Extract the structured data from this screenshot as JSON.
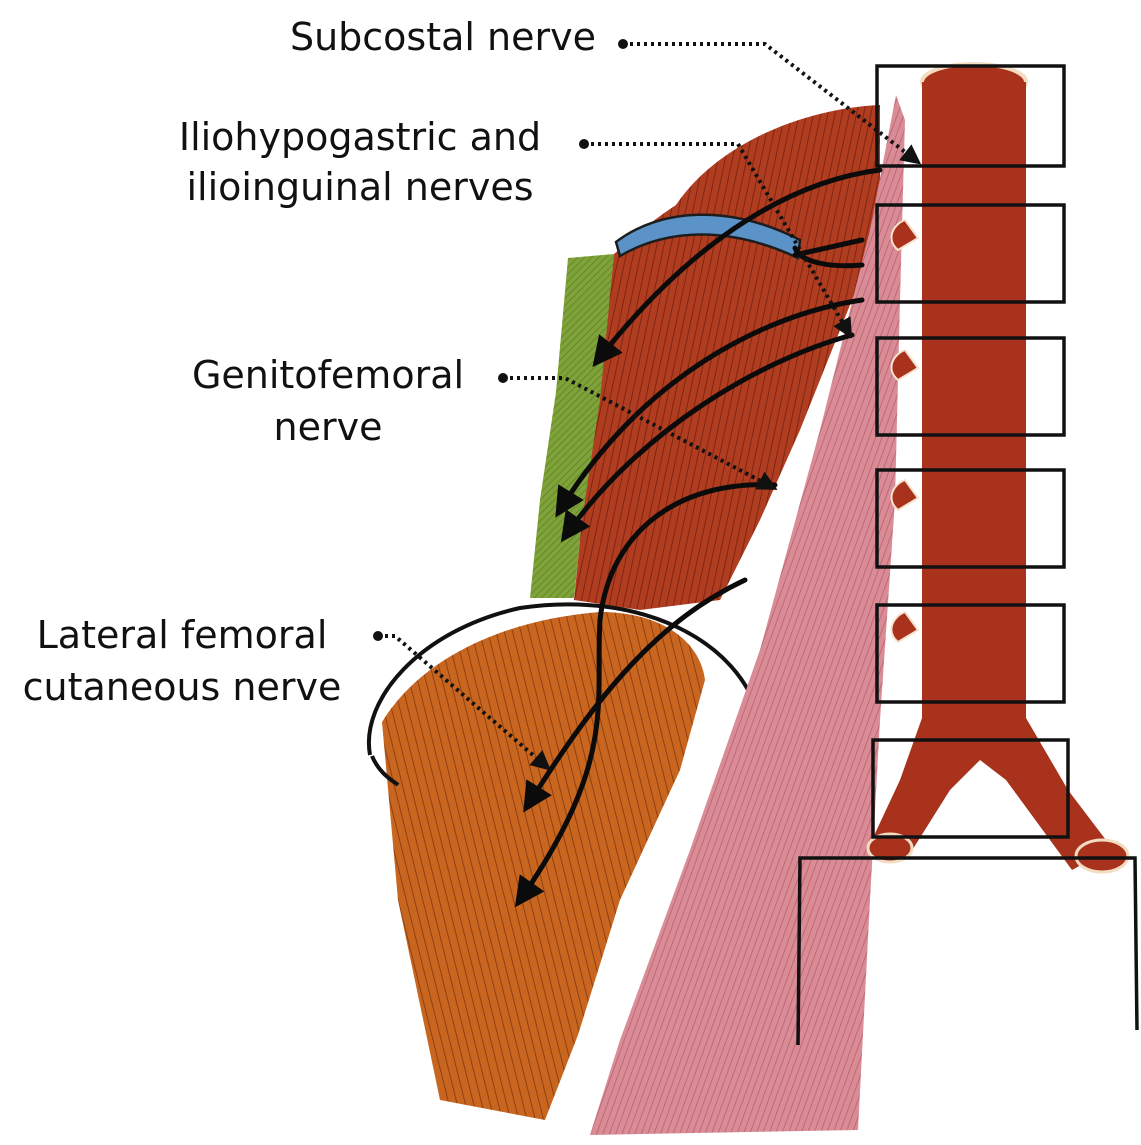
{
  "labels": {
    "subcostal": "Subcostal nerve",
    "iliohypogastric_line1": "Iliohypogastric and",
    "iliohypogastric_line2": "ilioinguinal nerves",
    "genitofemoral_line1": "Genitofemoral",
    "genitofemoral_line2": "nerve",
    "lateral_femoral_line1": "Lateral femoral",
    "lateral_femoral_line2": "cutaneous nerve"
  },
  "colors": {
    "background": "#ffffff",
    "vertebral_column": "#a8321c",
    "quadratus_lumborum": "#b13d20",
    "psoas": "#d9848f",
    "iliacus": "#c4611e",
    "transversus_abdominis": "#7a9e34",
    "diaphragm_edge": "#5b93c9",
    "nerve": "#0b0b0b",
    "leader": "#111111"
  }
}
